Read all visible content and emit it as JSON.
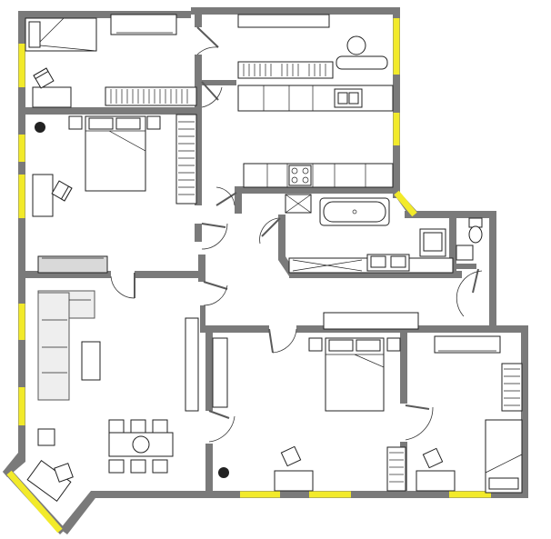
{
  "plan": {
    "colors": {
      "wall": "#7a7a7a",
      "window": "#f2ea2a",
      "background": "#ffffff",
      "line": "#222222"
    },
    "rooms": [
      "bedroom-top-left",
      "bedroom-left",
      "kitchen",
      "bathroom",
      "toilet",
      "hallway",
      "living-dining-room",
      "bedroom-center",
      "bedroom-right"
    ]
  }
}
